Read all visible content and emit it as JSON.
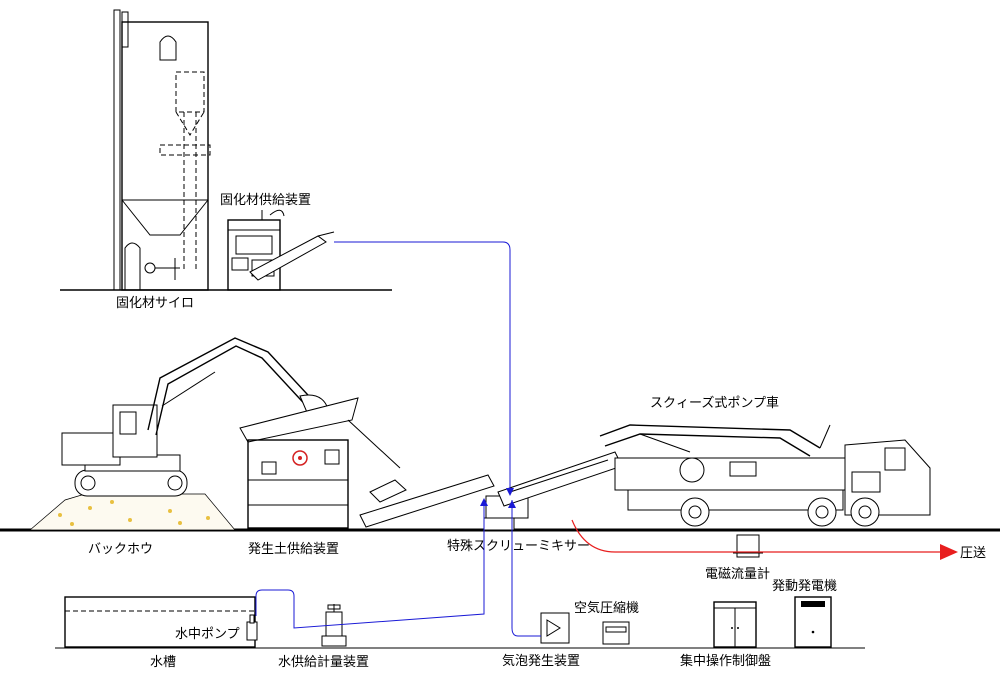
{
  "labels": {
    "silo": "固化材サイロ",
    "binder_feeder": "固化材供給装置",
    "backhoe": "バックホウ",
    "soil_feeder": "発生土供給装置",
    "screw_mixer": "特殊スクリューミキサー",
    "pump_truck": "スクィーズ式ポンプ車",
    "flowmeter": "電磁流量計",
    "pressure_out": "圧送",
    "water_tank": "水槽",
    "submersible_pump": "水中ポンプ",
    "water_meter": "水供給計量装置",
    "foam_generator": "気泡発生装置",
    "air_compressor": "空気圧縮機",
    "control_panel": "集中操作制御盤",
    "generator": "発動発電機"
  },
  "colors": {
    "line_black": "#000000",
    "flow_blue": "#1a1ad6",
    "pressure_red": "#e81e1e",
    "soil_yellow": "#e8c040",
    "beacon_red": "#d42020"
  }
}
